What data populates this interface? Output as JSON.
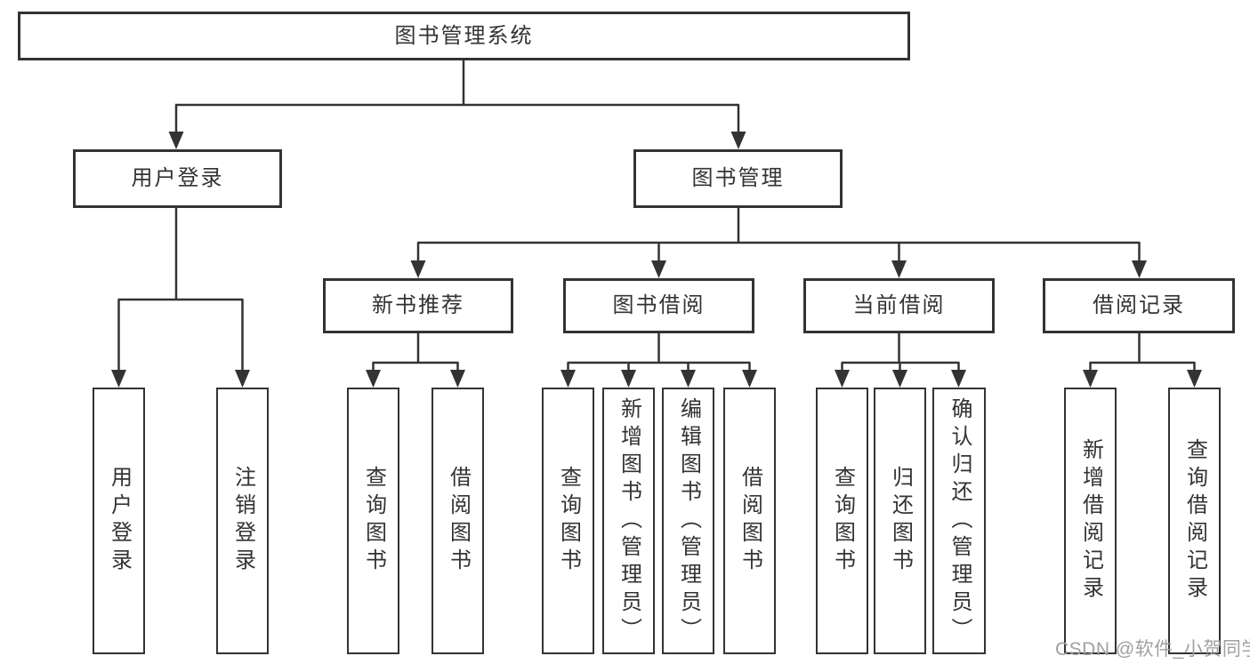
{
  "root": {
    "label": "图书管理系统"
  },
  "login": {
    "label": "用户登录",
    "children": [
      {
        "label": "用户登录"
      },
      {
        "label": "注销登录"
      }
    ]
  },
  "management": {
    "label": "图书管理",
    "sections": [
      {
        "label": "新书推荐",
        "children": [
          {
            "label": "查询图书"
          },
          {
            "label": "借阅图书"
          }
        ]
      },
      {
        "label": "图书借阅",
        "children": [
          {
            "label": "查询图书"
          },
          {
            "label": "新增图书（管理员）"
          },
          {
            "label": "编辑图书（管理员）"
          },
          {
            "label": "借阅图书"
          }
        ]
      },
      {
        "label": "当前借阅",
        "children": [
          {
            "label": "查询图书"
          },
          {
            "label": "归还图书"
          },
          {
            "label": "确认归还（管理员）"
          }
        ]
      },
      {
        "label": "借阅记录",
        "children": [
          {
            "label": "新增借阅记录"
          },
          {
            "label": "查询借阅记录"
          }
        ]
      }
    ]
  },
  "colors": {
    "line": "#333333",
    "text": "#333333",
    "background": "#ffffff",
    "watermark": "#a0a0a0"
  },
  "watermark": {
    "text": "CSDN @软件_小贺同学"
  }
}
